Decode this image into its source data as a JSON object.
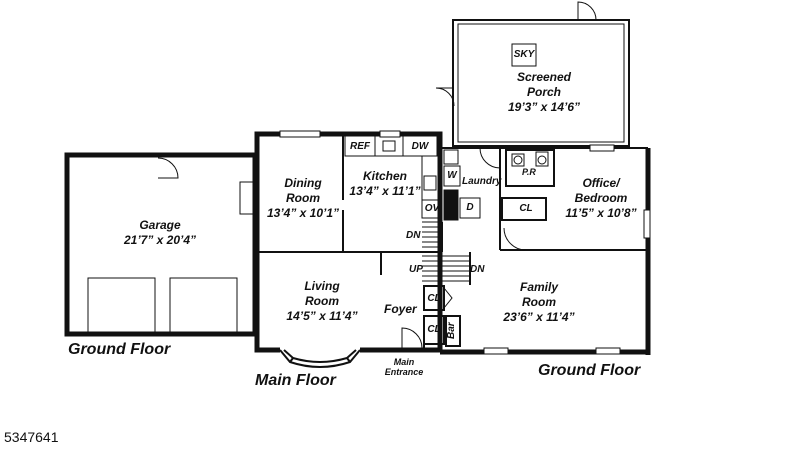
{
  "floors": {
    "ground_left": "Ground Floor",
    "main": "Main Floor",
    "ground_right": "Ground Floor"
  },
  "rooms": {
    "garage": {
      "name": "Garage",
      "dims": "21’7” x 20’4”"
    },
    "dining": {
      "name1": "Dining",
      "name2": "Room",
      "dims": "13’4” x 10’1”"
    },
    "kitchen": {
      "name": "Kitchen",
      "dims": "13’4” x 11’1”"
    },
    "living": {
      "name1": "Living",
      "name2": "Room",
      "dims": "14’5” x 11’4”"
    },
    "foyer": {
      "name": "Foyer"
    },
    "porch": {
      "name1": "Screened",
      "name2": "Porch",
      "dims": "19’3” x 14’6”"
    },
    "office": {
      "name1": "Office/",
      "name2": "Bedroom",
      "dims": "11’5” x 10’8”"
    },
    "family": {
      "name1": "Family",
      "name2": "Room",
      "dims": "23’6” x 11’4”"
    },
    "laundry": {
      "name": "Laundry"
    },
    "pr": {
      "name": "P.R"
    }
  },
  "fixtures": {
    "ref": "REF",
    "dw": "DW",
    "ov": "OV",
    "w": "W",
    "d": "D",
    "cl_office": "CL",
    "cl_upper": "CL",
    "cl_lower": "CL",
    "bar": "Bar",
    "sky": "SKY"
  },
  "stairs": {
    "dn1": "DN",
    "up": "UP",
    "dn2": "DN"
  },
  "entrance": {
    "line1": "Main",
    "line2": "Entrance"
  },
  "listing_id": "5347641"
}
